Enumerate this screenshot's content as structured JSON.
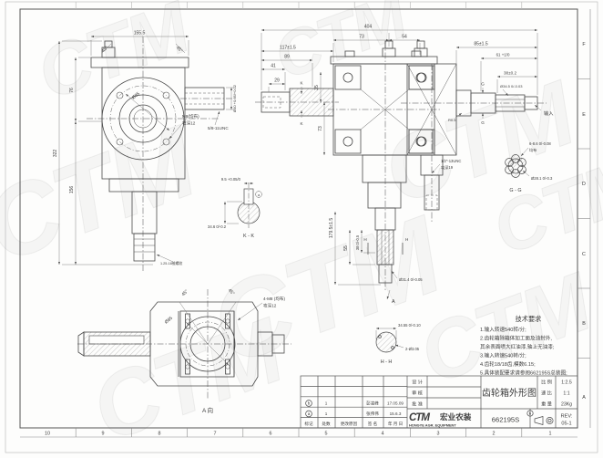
{
  "watermark": "CTM",
  "zones": {
    "bottom": [
      "10",
      "9",
      "8",
      "7",
      "6",
      "5",
      "4",
      "3",
      "2",
      "1"
    ],
    "right": [
      "F",
      "E",
      "D",
      "C",
      "B",
      "A"
    ]
  },
  "tech": {
    "title": "技术要求",
    "lines": [
      "1.输入转速540转/分;",
      "2.齿轮箱除箱体加工面及油封外,",
      "  其余表面喷大红油漆,轴上无油漆;",
      "3.输入转速540转/分;",
      "4.齿轮18/18齿,模数6.15;",
      "5.具体装配要求请参阅662195S总装图;"
    ]
  },
  "title_block": {
    "design": "设 计",
    "check": "审 核",
    "approve": "批 准",
    "scale_label": "比 例",
    "scale": "1:2.5",
    "ratio_label": "速 比",
    "ratio": "1:1",
    "weight_label": "重 量",
    "weight": "23Kg",
    "rev_label": "REV:",
    "rev": "05-1",
    "drawing_title": "齿轮箱外形图",
    "part_number": "662195S",
    "part_mark": "b",
    "logo_ctm": "CTM",
    "logo_cn": "宏业农装",
    "logo_en": "HONGYE AGR. EQUIPMENT",
    "headers": {
      "mark": "标记",
      "count": "处数",
      "reason": "更改原因",
      "sign": "签 名",
      "date": "年 月 日"
    },
    "rev_rows": [
      {
        "mark": "b",
        "count": "1",
        "sign": "彭凌峰",
        "date": "17.05.09"
      },
      {
        "mark": "a",
        "count": "1",
        "sign": "张伟伟",
        "date": "15.6.3"
      }
    ]
  },
  "front_left": {
    "width": "155.5",
    "h76": "76",
    "h156": "156",
    "h322": "322",
    "angle_left": "45°",
    "angle_right": "45°",
    "bolt_circle": "Ø95",
    "thread_m8": "M8(均布)",
    "thread_m8_depth": "攻深12",
    "d40": "Ø40 +0.05/+0.02",
    "unc": "5/8-11UNC",
    "taper": "1.25-18锥螺纹"
  },
  "kk": {
    "slot": "9.5 +0.05/0",
    "mark": "a",
    "across": "34.6 0/-0.2",
    "label": "K - K"
  },
  "front": {
    "w404": "404",
    "w73": "73",
    "w54": "54",
    "w117": "117±1.5",
    "w89": "89",
    "w41": "41",
    "w29": "29",
    "v35": "35",
    "v73": "73",
    "k": "K",
    "v179": "179.5±1.5",
    "v55": "55",
    "v38": "38 0/-0.5",
    "d31": "Ø31.4 0/-0.05",
    "h": "H",
    "a": "A"
  },
  "hh": {
    "across": "34.55 0/-0.10",
    "holes": "2-Ø3.05",
    "label": "H - H"
  },
  "side": {
    "w85": "85±1.5",
    "w61": "61 +1/0",
    "w38": "38±0.2",
    "d34": "Ø34.5 0/-0.03",
    "g": "G",
    "r": "R0.5",
    "input": "输入",
    "unc": "1/2\"-13UNC",
    "unc_depth": "攻深19",
    "spline": "6-8.6 0/-0.08",
    "spline_note": "均布",
    "d28": "Ø28.1 0/-0.3",
    "label": "G - G"
  },
  "a_view": {
    "d85": "Ø85",
    "angle_left": "45°",
    "angle_right": "45°",
    "thread": "4-M8 (均布)",
    "thread_depth": "攻深12",
    "label": "A 向"
  }
}
